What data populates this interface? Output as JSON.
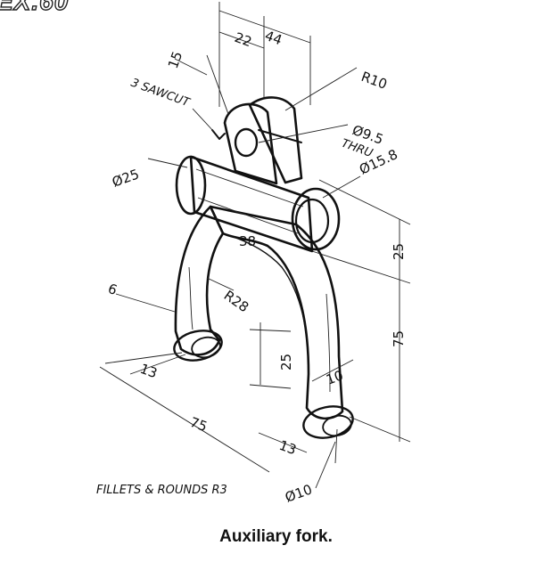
{
  "corner_tag": "EX.60",
  "caption": "Auxiliary fork.",
  "notes": {
    "sawcut": "3 SAWCUT",
    "fillets": "FILLETS & ROUNDS R3",
    "thru": "THRU"
  },
  "dimensions": {
    "d44": "44",
    "d22": "22",
    "d15": "15",
    "r10": "R10",
    "hole": "Ø9.5",
    "d158": "Ø15.8",
    "d25_hub": "Ø25",
    "d38": "38",
    "d25_right": "25",
    "d75_right": "75",
    "d6": "6",
    "r28": "R28",
    "d25_mid": "25",
    "d13_left": "13",
    "d10_arm": "10",
    "d75_bottom": "75",
    "d13_bottom": "13",
    "d10_pin": "Ø10"
  }
}
